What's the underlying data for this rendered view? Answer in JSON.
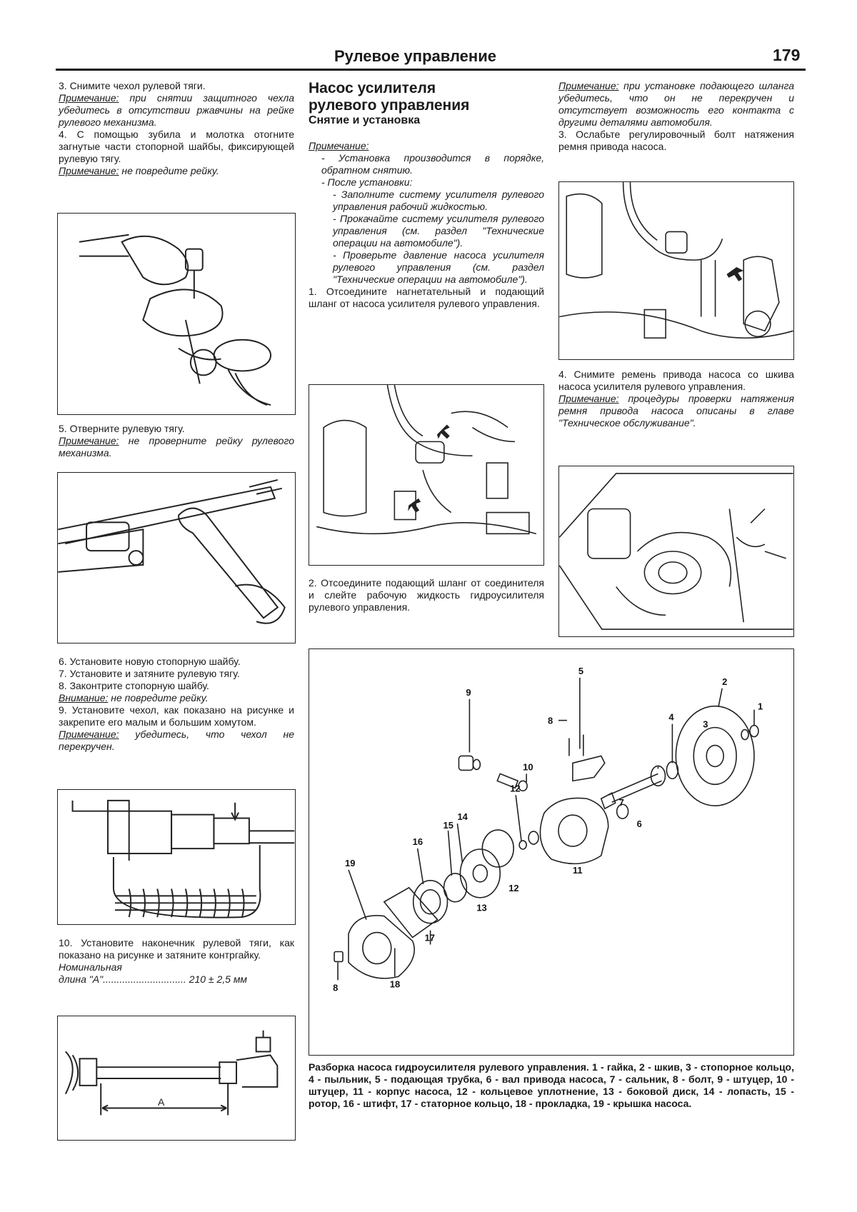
{
  "header": {
    "section_title": "Рулевое управление",
    "page_number": "179"
  },
  "left": {
    "step3": "3. Снимите чехол рулевой тяги.",
    "note1_label": "Примечание:",
    "note1_text": " при снятии защитного чехла убедитесь в отсутствии ржавчины на рейке рулевого механизма.",
    "step4": "4. С помощью зубила и молотка отогните загнутые части стопорной шайбы, фиксирующей рулевую тягу.",
    "note2_label": "Примечание:",
    "note2_text": " не повредите рейку.",
    "step5": "5. Отверните рулевую тягу.",
    "note3_label": "Примечание:",
    "note3_text": " не проверните рейку рулевого механизма.",
    "step6": "6. Установите новую стопорную шайбу.",
    "step7": "7. Установите и затяните рулевую тягу.",
    "step8": "8. Законтрите стопорную шайбу.",
    "warn_label": "Внимание:",
    "warn_text": " не повредите рейку.",
    "step9": "9. Установите чехол, как показано на рисунке и закрепите его малым и большим хомутом.",
    "note4_label": "Примечание:",
    "note4_text": " убедитесь, что чехол не перекручен.",
    "step10": "10. Установите наконечник рулевой тяги, как показано на рисунке и затяните контргайку.",
    "nominal_label": "Номинальная",
    "nominal_length": "длина \"А\".............................. 210 ± 2,5 мм",
    "fig_a_label": "A"
  },
  "middle": {
    "title_line1": "Насос усилителя",
    "title_line2": "рулевого управления",
    "subtitle": "Снятие и установка",
    "note_label": "Примечание:",
    "note_items": [
      "- Установка производится в порядке, обратном снятию.",
      "- После установки:"
    ],
    "sub_items": [
      "- Заполните систему усилителя рулевого управления рабочий жидкостью.",
      "- Прокачайте систему усилителя рулевого управления (см. раздел \"Технические операции на автомобиле\").",
      "- Проверьте давление насоса усилителя рулевого управления (см. раздел \"Технические операции на автомобиле\")."
    ],
    "step1": "1. Отсоедините нагнетательный и подающий шланг от насоса усилителя рулевого управления.",
    "step2": "2. Отсоедините подающий шланг от соединителя и слейте рабочую жидкость гидроусилителя рулевого управления."
  },
  "right": {
    "note1_label": "Примечание:",
    "note1_text": " при установке подающего шланга убедитесь, что он не перекручен и отсутствует возможность его контакта с другими деталями автомобиля.",
    "step3": "3. Ослабьте регулировочный болт натяжения ремня привода насоса.",
    "step4": "4. Снимите ремень привода насоса со шкива насоса усилителя рулевого управления.",
    "note2_label": "Примечание:",
    "note2_text": " процедуры проверки натяжения ремня привода насоса описаны в главе \"Техническое обслуживание\"."
  },
  "exploded": {
    "callouts": [
      "1",
      "2",
      "3",
      "4",
      "5",
      "6",
      "7",
      "8",
      "9",
      "10",
      "11",
      "12",
      "12",
      "13",
      "14",
      "15",
      "16",
      "17",
      "18",
      "19",
      "8"
    ],
    "caption": "Разборка насоса гидроусилителя рулевого управления. 1 - гайка, 2 - шкив, 3 - стопорное кольцо, 4 - пыльник, 5 - подающая трубка, 6 - вал привода насоса, 7 - сальник, 8 - болт, 9 - штуцер, 10 - штуцер, 11 - корпус насоса, 12 - кольцевое уплотнение, 13 - боковой диск, 14 - лопасть, 15 - ротор, 16 - штифт, 17 - статорное кольцо, 18 - прокладка, 19 - крышка насоса."
  }
}
